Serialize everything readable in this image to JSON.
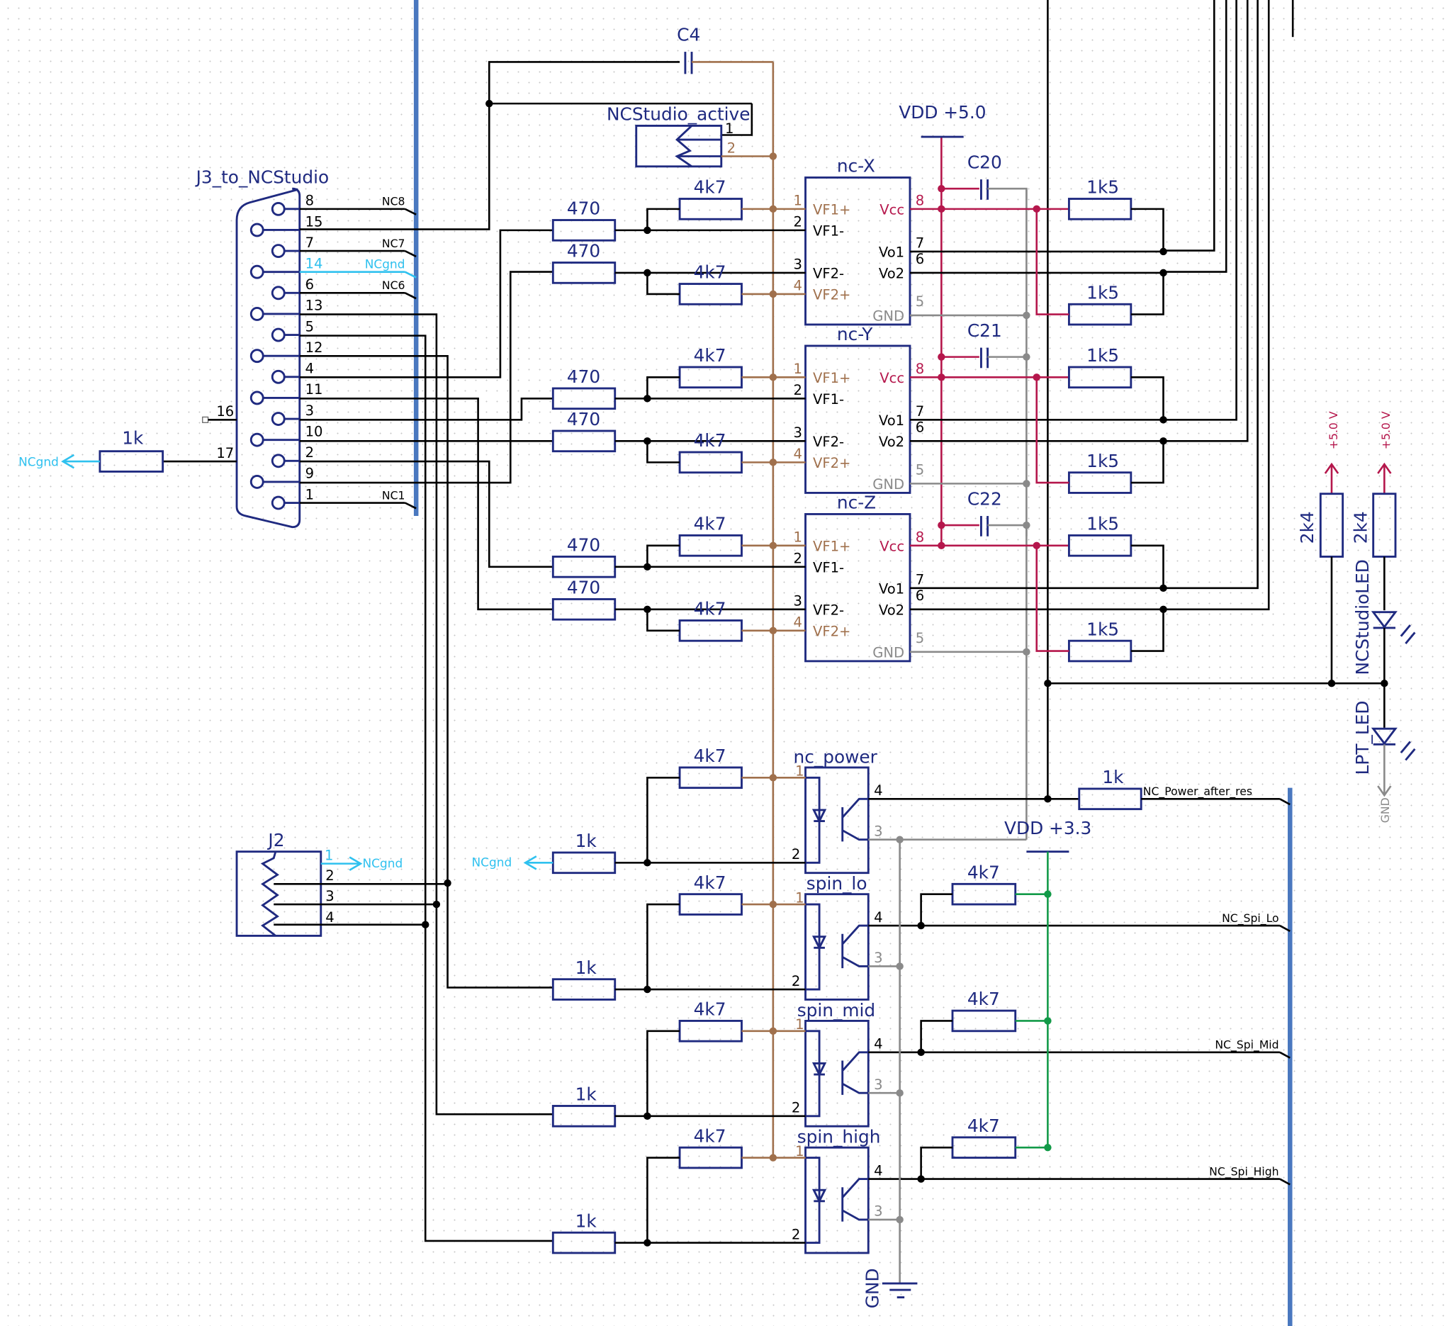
{
  "schematic": {
    "title": "NCStudio interface schematic",
    "colors": {
      "wire": "#000000",
      "signal_brown": "#a0704c",
      "vcc5": "#b5174c",
      "gnd": "#8a8a8a",
      "vdd33": "#129a48",
      "ncgnd": "#2fc1ef",
      "symbol": "#1f2a80",
      "bus": "#4a78bf"
    },
    "connector_j3": {
      "ref": "J3_to_NCStudio",
      "pins": [
        {
          "num": "8",
          "net": "NC8"
        },
        {
          "num": "15",
          "net": ""
        },
        {
          "num": "7",
          "net": "NC7"
        },
        {
          "num": "14",
          "net": "NCgnd"
        },
        {
          "num": "6",
          "net": "NC6"
        },
        {
          "num": "13",
          "net": ""
        },
        {
          "num": "5",
          "net": ""
        },
        {
          "num": "12",
          "net": ""
        },
        {
          "num": "4",
          "net": ""
        },
        {
          "num": "11",
          "net": ""
        },
        {
          "num": "3",
          "net": ""
        },
        {
          "num": "10",
          "net": ""
        },
        {
          "num": "2",
          "net": ""
        },
        {
          "num": "9",
          "net": ""
        },
        {
          "num": "1",
          "net": "NC1"
        }
      ],
      "shield_pins": [
        "16",
        "17"
      ]
    },
    "r_ncgnd": {
      "value": "1k",
      "net": "NCgnd"
    },
    "c4": {
      "ref": "C4"
    },
    "ncstudio_active": {
      "ref": "NCStudio_active",
      "pins": [
        "1",
        "2"
      ]
    },
    "optos_dual": [
      {
        "ref": "nc-X",
        "cap": "C20",
        "r470": [
          "470",
          "470"
        ],
        "r4k7": [
          "4k7",
          "4k7"
        ],
        "r1k5": [
          "1k5",
          "1k5"
        ]
      },
      {
        "ref": "nc-Y",
        "cap": "C21",
        "r470": [
          "470",
          "470"
        ],
        "r4k7": [
          "4k7",
          "4k7"
        ],
        "r1k5": [
          "1k5",
          "1k5"
        ]
      },
      {
        "ref": "nc-Z",
        "cap": "C22",
        "r470": [
          "470",
          "470"
        ],
        "r4k7": [
          "4k7",
          "4k7"
        ],
        "r1k5": [
          "1k5",
          "1k5"
        ]
      }
    ],
    "opto_dual_pins": {
      "p1": "1",
      "p2": "2",
      "p3": "3",
      "p4": "4",
      "p5": "5",
      "p6": "6",
      "p7": "7",
      "p8": "8",
      "vf1p": "VF1+",
      "vf1m": "VF1-",
      "vf2m": "VF2-",
      "vf2p": "VF2+",
      "vcc": "Vcc",
      "vo1": "Vo1",
      "vo2": "Vo2",
      "gnd": "GND"
    },
    "vdd5": "VDD  +5.0",
    "vdd33": "VDD  +3.3",
    "optos_single": [
      {
        "ref": "nc_power",
        "r_in": "4k7",
        "r_led": "1k",
        "net_label": "NC_Power_after_res",
        "r_out": "1k",
        "led_net": "NCgnd"
      },
      {
        "ref": "spin_lo",
        "r_in": "4k7",
        "r_led": "1k",
        "net_label": "NC_Spi_Lo",
        "r_pull": "4k7"
      },
      {
        "ref": "spin_mid",
        "r_in": "4k7",
        "r_led": "1k",
        "net_label": "NC_Spi_Mid",
        "r_pull": "4k7"
      },
      {
        "ref": "spin_high",
        "r_in": "4k7",
        "r_led": "1k",
        "net_label": "NC_Spi_High",
        "r_pull": "4k7"
      }
    ],
    "opto_single_pins": [
      "1",
      "2",
      "3",
      "4"
    ],
    "connector_j2": {
      "ref": "J2",
      "pins": [
        "1",
        "2",
        "3",
        "4"
      ],
      "pin1_net": "NCgnd"
    },
    "leds": [
      {
        "ref": "NCStudioLED",
        "resistor": "2k4",
        "supply": "+5.0 V"
      },
      {
        "ref": "LPT_LED",
        "resistor": "2k4",
        "supply": "+5.0 V",
        "return": "GND"
      }
    ],
    "gnd_symbol": "GND"
  }
}
